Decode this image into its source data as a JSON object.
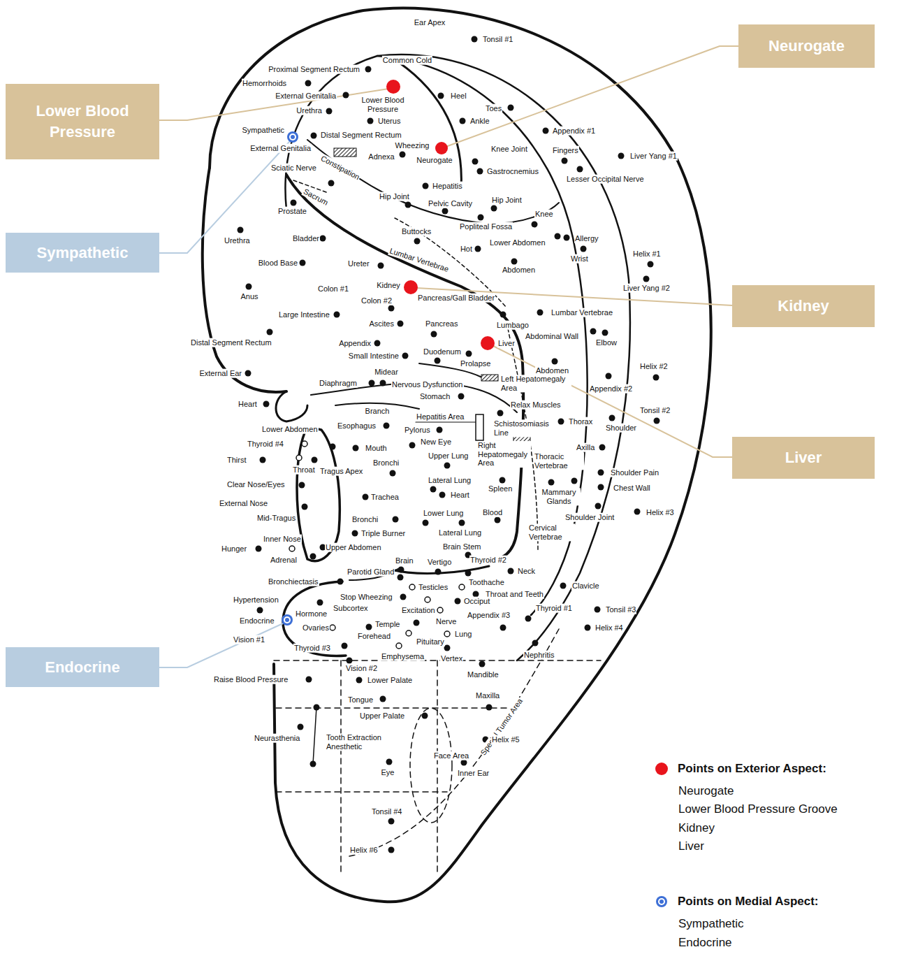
{
  "diagram": {
    "nodes": [
      {
        "text": [
          "Neurogate"
        ]
      },
      {
        "text": [
          "Lower Blood Pressure"
        ]
      },
      {
        "text": [
          "Sympathetic"
        ]
      },
      {
        "text": [
          "Kidney"
        ]
      },
      {
        "text": [
          "Liver"
        ]
      },
      {
        "text": [
          "Endocrine"
        ]
      }
    ],
    "labels": [
      "Ear Apex",
      "Tonsil #1",
      "Common Cold",
      "Proximal Segment Rectum",
      "Hemorrhoids",
      "External Genitalia",
      "Lower Blood Pressure",
      "Heel",
      "Urethra",
      "Toes",
      "Uterus",
      "Ankle",
      "Sympathetic",
      "Distal Segment Rectum",
      "Appendix #1",
      "External Genitalia",
      "Wheezing",
      "Knee Joint",
      "Fingers",
      "Liver Yang #1",
      "Adnexa",
      "Neurogate",
      "Gastrocnemius",
      "Lesser Occipital Nerve",
      "Constipation",
      "Sciatic Nerve",
      "Hepatitis",
      "Sacrum",
      "Hip Joint",
      "Pelvic Cavity",
      "Hip Joint",
      "Prostate",
      "Knee",
      "Popliteal Fossa",
      "Buttocks",
      "Urethra",
      "Bladder",
      "Lower Abdomen",
      "Allergy",
      "Hot",
      "Lumbar Vertebrae",
      "Helix #1",
      "Wrist",
      "Blood Base",
      "Ureter",
      "Abdomen",
      "Liver Yang #2",
      "Colon #1",
      "Kidney",
      "Anus",
      "Pancreas/Gall Bladder",
      "Colon #2",
      "Lumbar Vertebrae",
      "Large Intestine",
      "Ascites",
      "Pancreas",
      "Lumbago",
      "Abdominal Wall",
      "Distal Segment Rectum",
      "Appendix",
      "Liver",
      "Elbow",
      "Duodenum",
      "Small Intestine",
      "Prolapse",
      "Helix #2",
      "Abdomen",
      "External Ear",
      "Midear",
      "Left Hepatomegaly Area",
      "Diaphragm",
      "Nervous Dysfunction",
      "Appendix #2",
      "Stomach",
      "Heart",
      "Relax Muscles",
      "Branch",
      "Tonsil #2",
      "Hepatitis Area",
      "Thorax",
      "Schistosomiasis Line",
      "Shoulder",
      "Esophagus",
      "Pylorus",
      "Lower Abdomen",
      "Right Hepatomegaly Area",
      "New Eye",
      "Thyroid #4",
      "Mouth",
      "Axilla",
      "Upper Lung",
      "Thoracic Vertebrae",
      "Thirst",
      "Bronchi",
      "Throat",
      "Tragus Apex",
      "Shoulder Pain",
      "Lateral Lung",
      "Clear Nose/Eyes",
      "Chest Wall",
      "Spleen",
      "Mammary Glands",
      "Trachea",
      "Heart",
      "External Nose",
      "Shoulder Joint",
      "Helix #3",
      "Lower Lung",
      "Blood",
      "Mid-Tragus",
      "Bronchi",
      "Cervical Vertebrae",
      "Lateral Lung",
      "Triple Burner",
      "Inner Nose",
      "Brain Stem",
      "Upper Abdomen",
      "Hunger",
      "Adrenal",
      "Brain",
      "Vertigo",
      "Thyroid #2",
      "Neck",
      "Parotid Gland",
      "Bronchiectasis",
      "Clavicle",
      "Testicles",
      "Toothache",
      "Throat and Teeth",
      "Stop Wheezing",
      "Hypertension",
      "Occiput",
      "Subcortex",
      "Tonsil #3",
      "Excitation",
      "Thyroid #1",
      "Appendix #3",
      "Hormone",
      "Endocrine",
      "Nerve",
      "Temple",
      "Helix #4",
      "Ovaries",
      "Forehead",
      "Lung",
      "Vision #1",
      "Pituitary",
      "Thyroid #3",
      "Emphysema",
      "Vertex",
      "Nephritis",
      "Vision #2",
      "Mandible",
      "Raise Blood Pressure",
      "Lower Palate",
      "Maxilla",
      "Tongue",
      "Special Tumor Area",
      "Upper Palate",
      "Neurasthenia",
      "Tooth Extraction Anesthetic",
      "Helix #5",
      "Face Area",
      "Eye",
      "Inner Ear",
      "Tonsil #4",
      "Helix #6",
      "Neurogate",
      "Lower Blood Pressure Groove",
      "Kidney",
      "Liver",
      "Sympathetic",
      "Endocrine"
    ],
    "legend": [
      {
        "text": "Points on Exterior Aspect:",
        "color": "#e8141c"
      },
      {
        "text": "Points on Medial Aspect:",
        "color": "#3d6fd6"
      }
    ]
  }
}
